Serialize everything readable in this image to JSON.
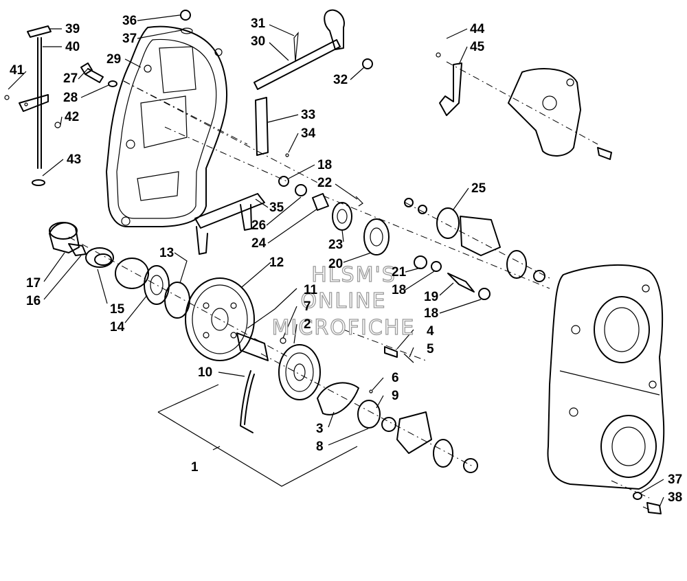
{
  "watermark": {
    "line1": "HLSM'S",
    "line2": "ONLINE",
    "line3": "MICROFICHE"
  },
  "callouts": [
    {
      "id": "c39",
      "label": "39"
    },
    {
      "id": "c40",
      "label": "40"
    },
    {
      "id": "c41",
      "label": "41"
    },
    {
      "id": "c42",
      "label": "42"
    },
    {
      "id": "c43",
      "label": "43"
    },
    {
      "id": "c36",
      "label": "36"
    },
    {
      "id": "c37a",
      "label": "37"
    },
    {
      "id": "c29",
      "label": "29"
    },
    {
      "id": "c27",
      "label": "27"
    },
    {
      "id": "c28",
      "label": "28"
    },
    {
      "id": "c31",
      "label": "31"
    },
    {
      "id": "c30",
      "label": "30"
    },
    {
      "id": "c32",
      "label": "32"
    },
    {
      "id": "c33",
      "label": "33"
    },
    {
      "id": "c34",
      "label": "34"
    },
    {
      "id": "c44",
      "label": "44"
    },
    {
      "id": "c45",
      "label": "45"
    },
    {
      "id": "c18a",
      "label": "18"
    },
    {
      "id": "c22",
      "label": "22"
    },
    {
      "id": "c25",
      "label": "25"
    },
    {
      "id": "c35",
      "label": "35"
    },
    {
      "id": "c26",
      "label": "26"
    },
    {
      "id": "c24",
      "label": "24"
    },
    {
      "id": "c23",
      "label": "23"
    },
    {
      "id": "c20",
      "label": "20"
    },
    {
      "id": "c21",
      "label": "21"
    },
    {
      "id": "c18b",
      "label": "18"
    },
    {
      "id": "c19",
      "label": "19"
    },
    {
      "id": "c18c",
      "label": "18"
    },
    {
      "id": "c13",
      "label": "13"
    },
    {
      "id": "c12",
      "label": "12"
    },
    {
      "id": "c11",
      "label": "11"
    },
    {
      "id": "c7",
      "label": "7"
    },
    {
      "id": "c2",
      "label": "2"
    },
    {
      "id": "c4",
      "label": "4"
    },
    {
      "id": "c5",
      "label": "5"
    },
    {
      "id": "c17",
      "label": "17"
    },
    {
      "id": "c16",
      "label": "16"
    },
    {
      "id": "c15",
      "label": "15"
    },
    {
      "id": "c14",
      "label": "14"
    },
    {
      "id": "c10",
      "label": "10"
    },
    {
      "id": "c6",
      "label": "6"
    },
    {
      "id": "c9",
      "label": "9"
    },
    {
      "id": "c3",
      "label": "3"
    },
    {
      "id": "c8",
      "label": "8"
    },
    {
      "id": "c1",
      "label": "1"
    },
    {
      "id": "c37b",
      "label": "37"
    },
    {
      "id": "c38",
      "label": "38"
    }
  ]
}
